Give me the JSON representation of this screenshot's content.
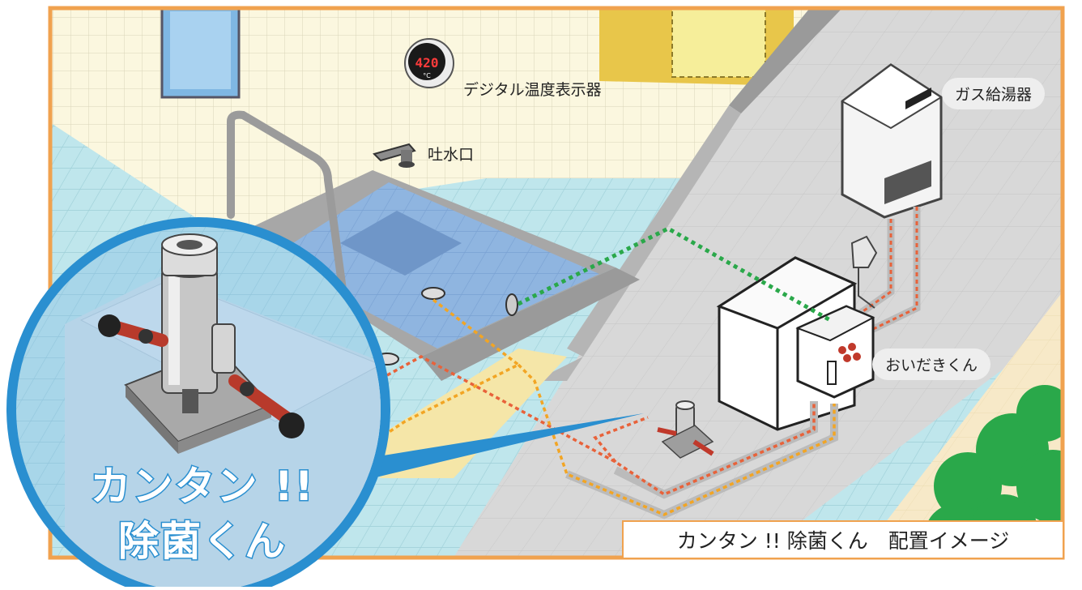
{
  "labels": {
    "digital_display": "デジタル温度表示器",
    "spout": "吐水口",
    "gas_heater": "ガス給湯器",
    "oidaki": "おいだきくん",
    "caption": "カンタン !! 除菌くん　配置イメージ",
    "product_line1": "カンタン !!",
    "product_line2": "除菌くん"
  },
  "display": {
    "reading": "420",
    "unit": "°C"
  },
  "colors": {
    "frame": "#f0a24f",
    "wall": "#fbf7df",
    "tile": "#bfe6ec",
    "water": "#7fa8dc",
    "floor": "#d7d7d7",
    "circle": "#2a8fd0",
    "green_line": "#2aa84a",
    "red_line": "#e8623a",
    "orange_line": "#f2a524",
    "bush": "#2aa84a"
  }
}
